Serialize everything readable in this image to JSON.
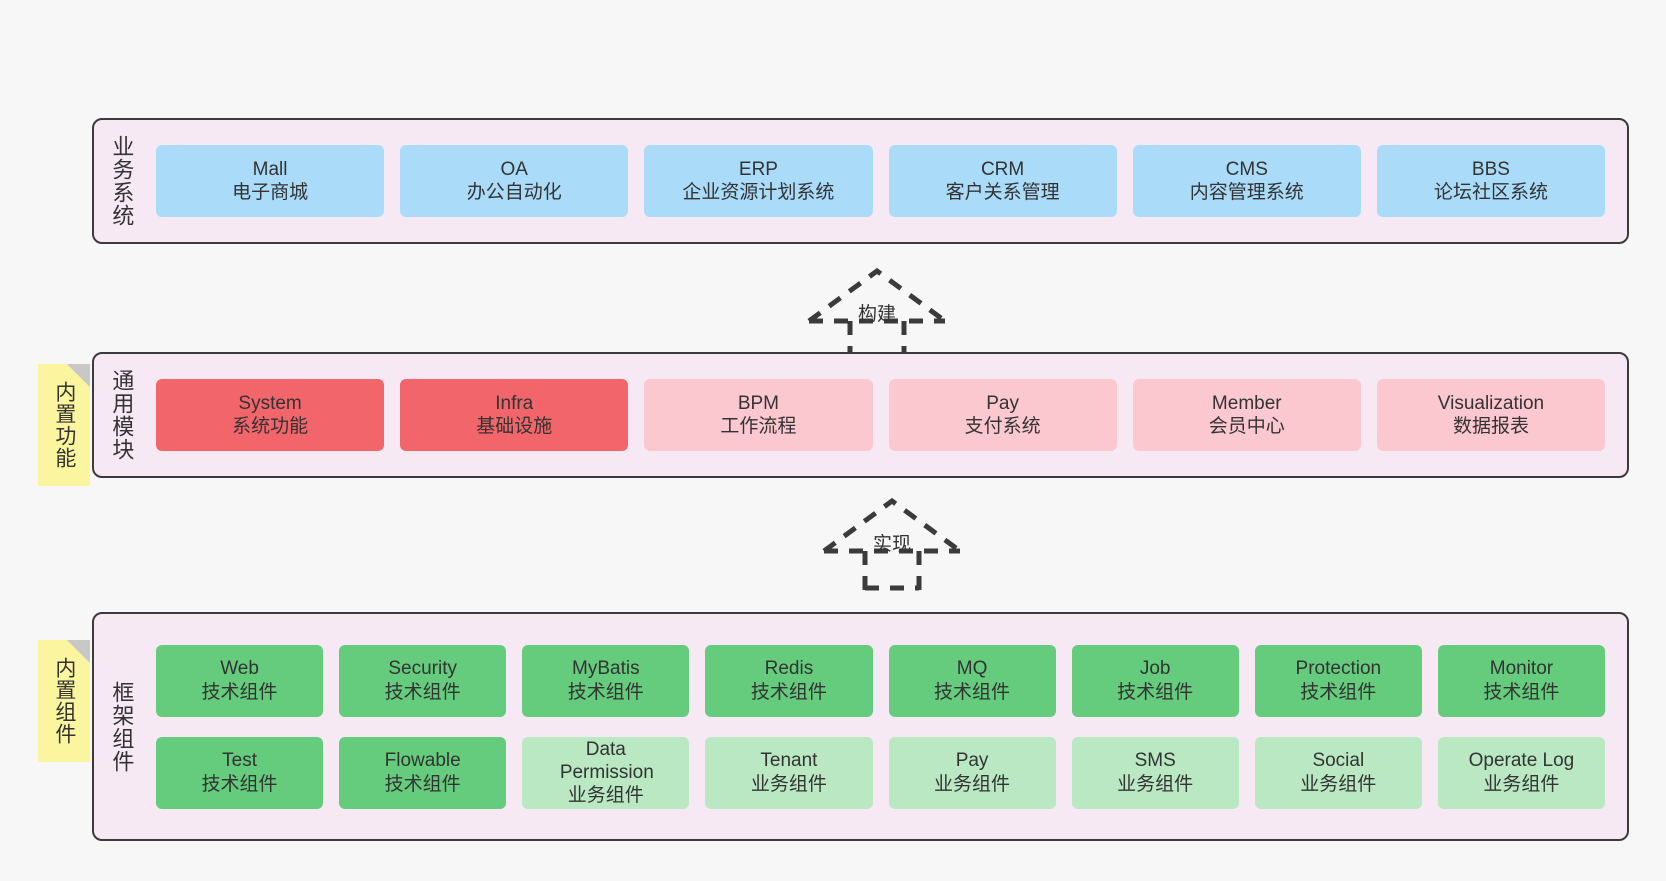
{
  "canvas": {
    "background": "#f7f7f7",
    "panel_fill": "#f7e9f4",
    "panel_border": "#3b3b3b",
    "note_fill": "#fbf5a0",
    "note_fold": "#c8c8c8"
  },
  "palette": {
    "business_system": "#aadcfa",
    "module_core": "#f2666b",
    "module_optional": "#fcc8cf",
    "tech_component": "#65cb7d",
    "biz_component": "#b9e8c3",
    "text": "#333333"
  },
  "notes": [
    {
      "id": "builtin-features",
      "text": "内置功能"
    },
    {
      "id": "builtin-components",
      "text": "内置组件"
    }
  ],
  "arrows": [
    {
      "id": "build",
      "label": "构建",
      "style": "dashed-generalization"
    },
    {
      "id": "implement",
      "label": "实现",
      "style": "dashed-generalization"
    }
  ],
  "sections": [
    {
      "id": "business-systems",
      "label": "业务系统",
      "rows": [
        {
          "items": [
            {
              "title": "Mall",
              "subtitle": "电子商城",
              "color": "blue"
            },
            {
              "title": "OA",
              "subtitle": "办公自动化",
              "color": "blue"
            },
            {
              "title": "ERP",
              "subtitle": "企业资源计划系统",
              "color": "blue"
            },
            {
              "title": "CRM",
              "subtitle": "客户关系管理",
              "color": "blue"
            },
            {
              "title": "CMS",
              "subtitle": "内容管理系统",
              "color": "blue"
            },
            {
              "title": "BBS",
              "subtitle": "论坛社区系统",
              "color": "blue"
            }
          ]
        }
      ]
    },
    {
      "id": "common-modules",
      "label": "通用模块",
      "rows": [
        {
          "items": [
            {
              "title": "System",
              "subtitle": "系统功能",
              "color": "red"
            },
            {
              "title": "Infra",
              "subtitle": "基础设施",
              "color": "red"
            },
            {
              "title": "BPM",
              "subtitle": "工作流程",
              "color": "pink"
            },
            {
              "title": "Pay",
              "subtitle": "支付系统",
              "color": "pink"
            },
            {
              "title": "Member",
              "subtitle": "会员中心",
              "color": "pink"
            },
            {
              "title": "Visualization",
              "subtitle": "数据报表",
              "color": "pink"
            }
          ]
        }
      ]
    },
    {
      "id": "framework-components",
      "label": "框架组件",
      "rows": [
        {
          "items": [
            {
              "title": "Web",
              "subtitle": "技术组件",
              "color": "green"
            },
            {
              "title": "Security",
              "subtitle": "技术组件",
              "color": "green"
            },
            {
              "title": "MyBatis",
              "subtitle": "技术组件",
              "color": "green"
            },
            {
              "title": "Redis",
              "subtitle": "技术组件",
              "color": "green"
            },
            {
              "title": "MQ",
              "subtitle": "技术组件",
              "color": "green"
            },
            {
              "title": "Job",
              "subtitle": "技术组件",
              "color": "green"
            },
            {
              "title": "Protection",
              "subtitle": "技术组件",
              "color": "green"
            },
            {
              "title": "Monitor",
              "subtitle": "技术组件",
              "color": "green"
            }
          ]
        },
        {
          "items": [
            {
              "title": "Test",
              "subtitle": "技术组件",
              "color": "green"
            },
            {
              "title": "Flowable",
              "subtitle": "技术组件",
              "color": "green"
            },
            {
              "title": "Data Permission",
              "subtitle": "业务组件",
              "color": "lgreen"
            },
            {
              "title": "Tenant",
              "subtitle": "业务组件",
              "color": "lgreen"
            },
            {
              "title": "Pay",
              "subtitle": "业务组件",
              "color": "lgreen"
            },
            {
              "title": "SMS",
              "subtitle": "业务组件",
              "color": "lgreen"
            },
            {
              "title": "Social",
              "subtitle": "业务组件",
              "color": "lgreen"
            },
            {
              "title": "Operate Log",
              "subtitle": "业务组件",
              "color": "lgreen"
            }
          ]
        }
      ]
    }
  ]
}
